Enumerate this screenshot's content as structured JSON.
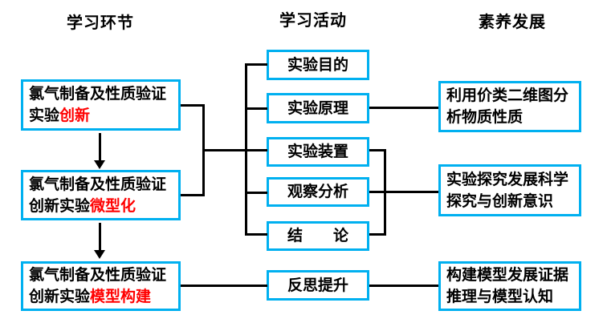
{
  "headers": {
    "learning_stages": "学习环节",
    "learning_activities": "学习活动",
    "competency_development": "素养发展"
  },
  "left_boxes": [
    {
      "line1": "氯气制备及性质验证",
      "line2_black": "实验",
      "line2_red": "创新"
    },
    {
      "line1": "氯气制备及性质验证",
      "line2_black": "创新实验",
      "line2_red": "微型化"
    },
    {
      "line1": "氯气制备及性质验证",
      "line2_black": "创新实验",
      "line2_red": "模型构建"
    }
  ],
  "middle_boxes": [
    {
      "label": "实验目的"
    },
    {
      "label": "实验原理"
    },
    {
      "label": "实验装置"
    },
    {
      "label": "观察分析"
    },
    {
      "label": "结　　论"
    },
    {
      "label": "反思提升"
    }
  ],
  "right_boxes": [
    {
      "line1": "利用价类二维图分",
      "line2": "析物质性质"
    },
    {
      "line1": "实验探究发展科学",
      "line2": "探究与创新意识"
    },
    {
      "line1": "构建模型发展证据",
      "line2": "推理与模型认知"
    }
  ],
  "colors": {
    "box_border": "#00B0F0",
    "highlight_red": "#FF0000",
    "connector": "#000000"
  }
}
